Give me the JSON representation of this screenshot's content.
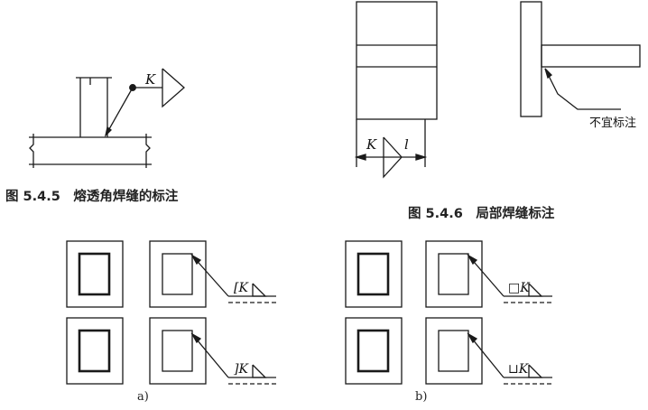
{
  "captions": {
    "fig_545": "图 5.4.5　熔透角焊缝的标注",
    "fig_546": "图 5.4.6　局部焊缝标注"
  },
  "labels": {
    "weld_size_k": "K",
    "weld_length_l": "l",
    "not_suitable_note": "不宜标注"
  },
  "subfigure_labels": {
    "a": "a)",
    "b": "b)"
  },
  "weld_symbols": {
    "a_top": "[K",
    "a_bottom": "]K",
    "b_top": "□K",
    "b_bottom": "⊔K"
  },
  "colors": {
    "line": "#1a1a1a",
    "background": "#ffffff"
  }
}
